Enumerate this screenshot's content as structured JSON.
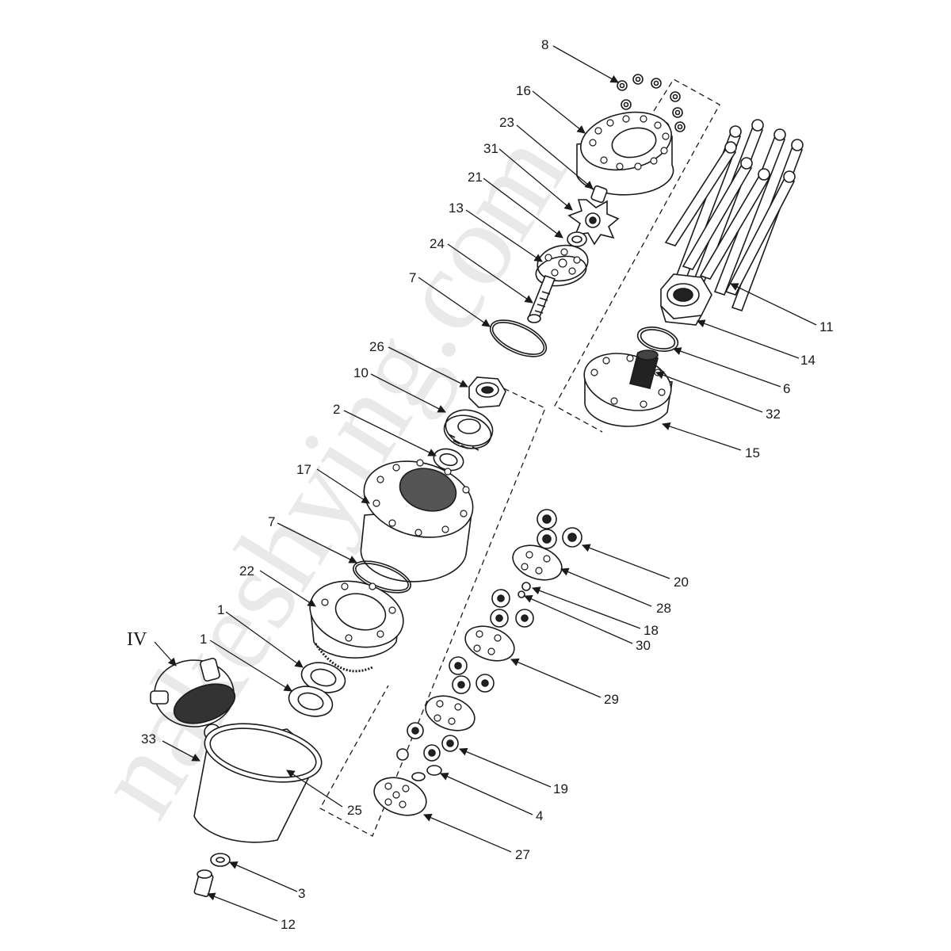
{
  "callouts": [
    "8",
    "16",
    "23",
    "31",
    "21",
    "13",
    "24",
    "7",
    "26",
    "10",
    "2",
    "17",
    "7",
    "22",
    "1",
    "1",
    "IV",
    "33",
    "25",
    "3",
    "12",
    "11",
    "14",
    "6",
    "32",
    "15",
    "20",
    "28",
    "18",
    "30",
    "29",
    "19",
    "4",
    "27"
  ],
  "watermark": "nakeshying.com",
  "colors": {
    "line": "#1a1a1a",
    "part_fill": "#ffffff",
    "dark": "#222222",
    "watermark": "#cfcfcf"
  }
}
